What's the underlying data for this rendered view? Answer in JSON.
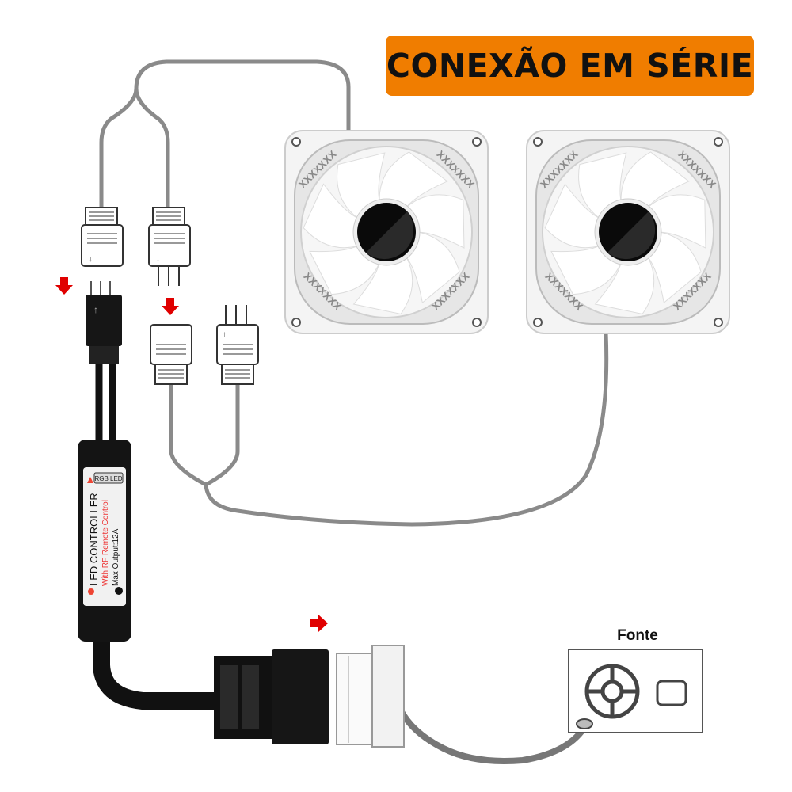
{
  "title": "CONEXÃO EM SÉRIE",
  "colors": {
    "banner": "#F07D00",
    "arrow": "#E00000",
    "wire": "#8a8a8a",
    "controller": "#111111"
  },
  "controller": {
    "badge": "RGB LED",
    "line1": "LED CONTROLLER",
    "line2": "With RF Remote Control",
    "line3": "Max Output:12A"
  },
  "fans": [
    {
      "label": "XXXXXXX"
    },
    {
      "label": "XXXXXXX"
    }
  ],
  "power_supply": {
    "label": "Fonte"
  },
  "icons": [
    "arrow-down-icon",
    "arrow-down-icon",
    "arrow-right-icon",
    "fan-icon",
    "fan-icon",
    "power-supply-icon"
  ]
}
